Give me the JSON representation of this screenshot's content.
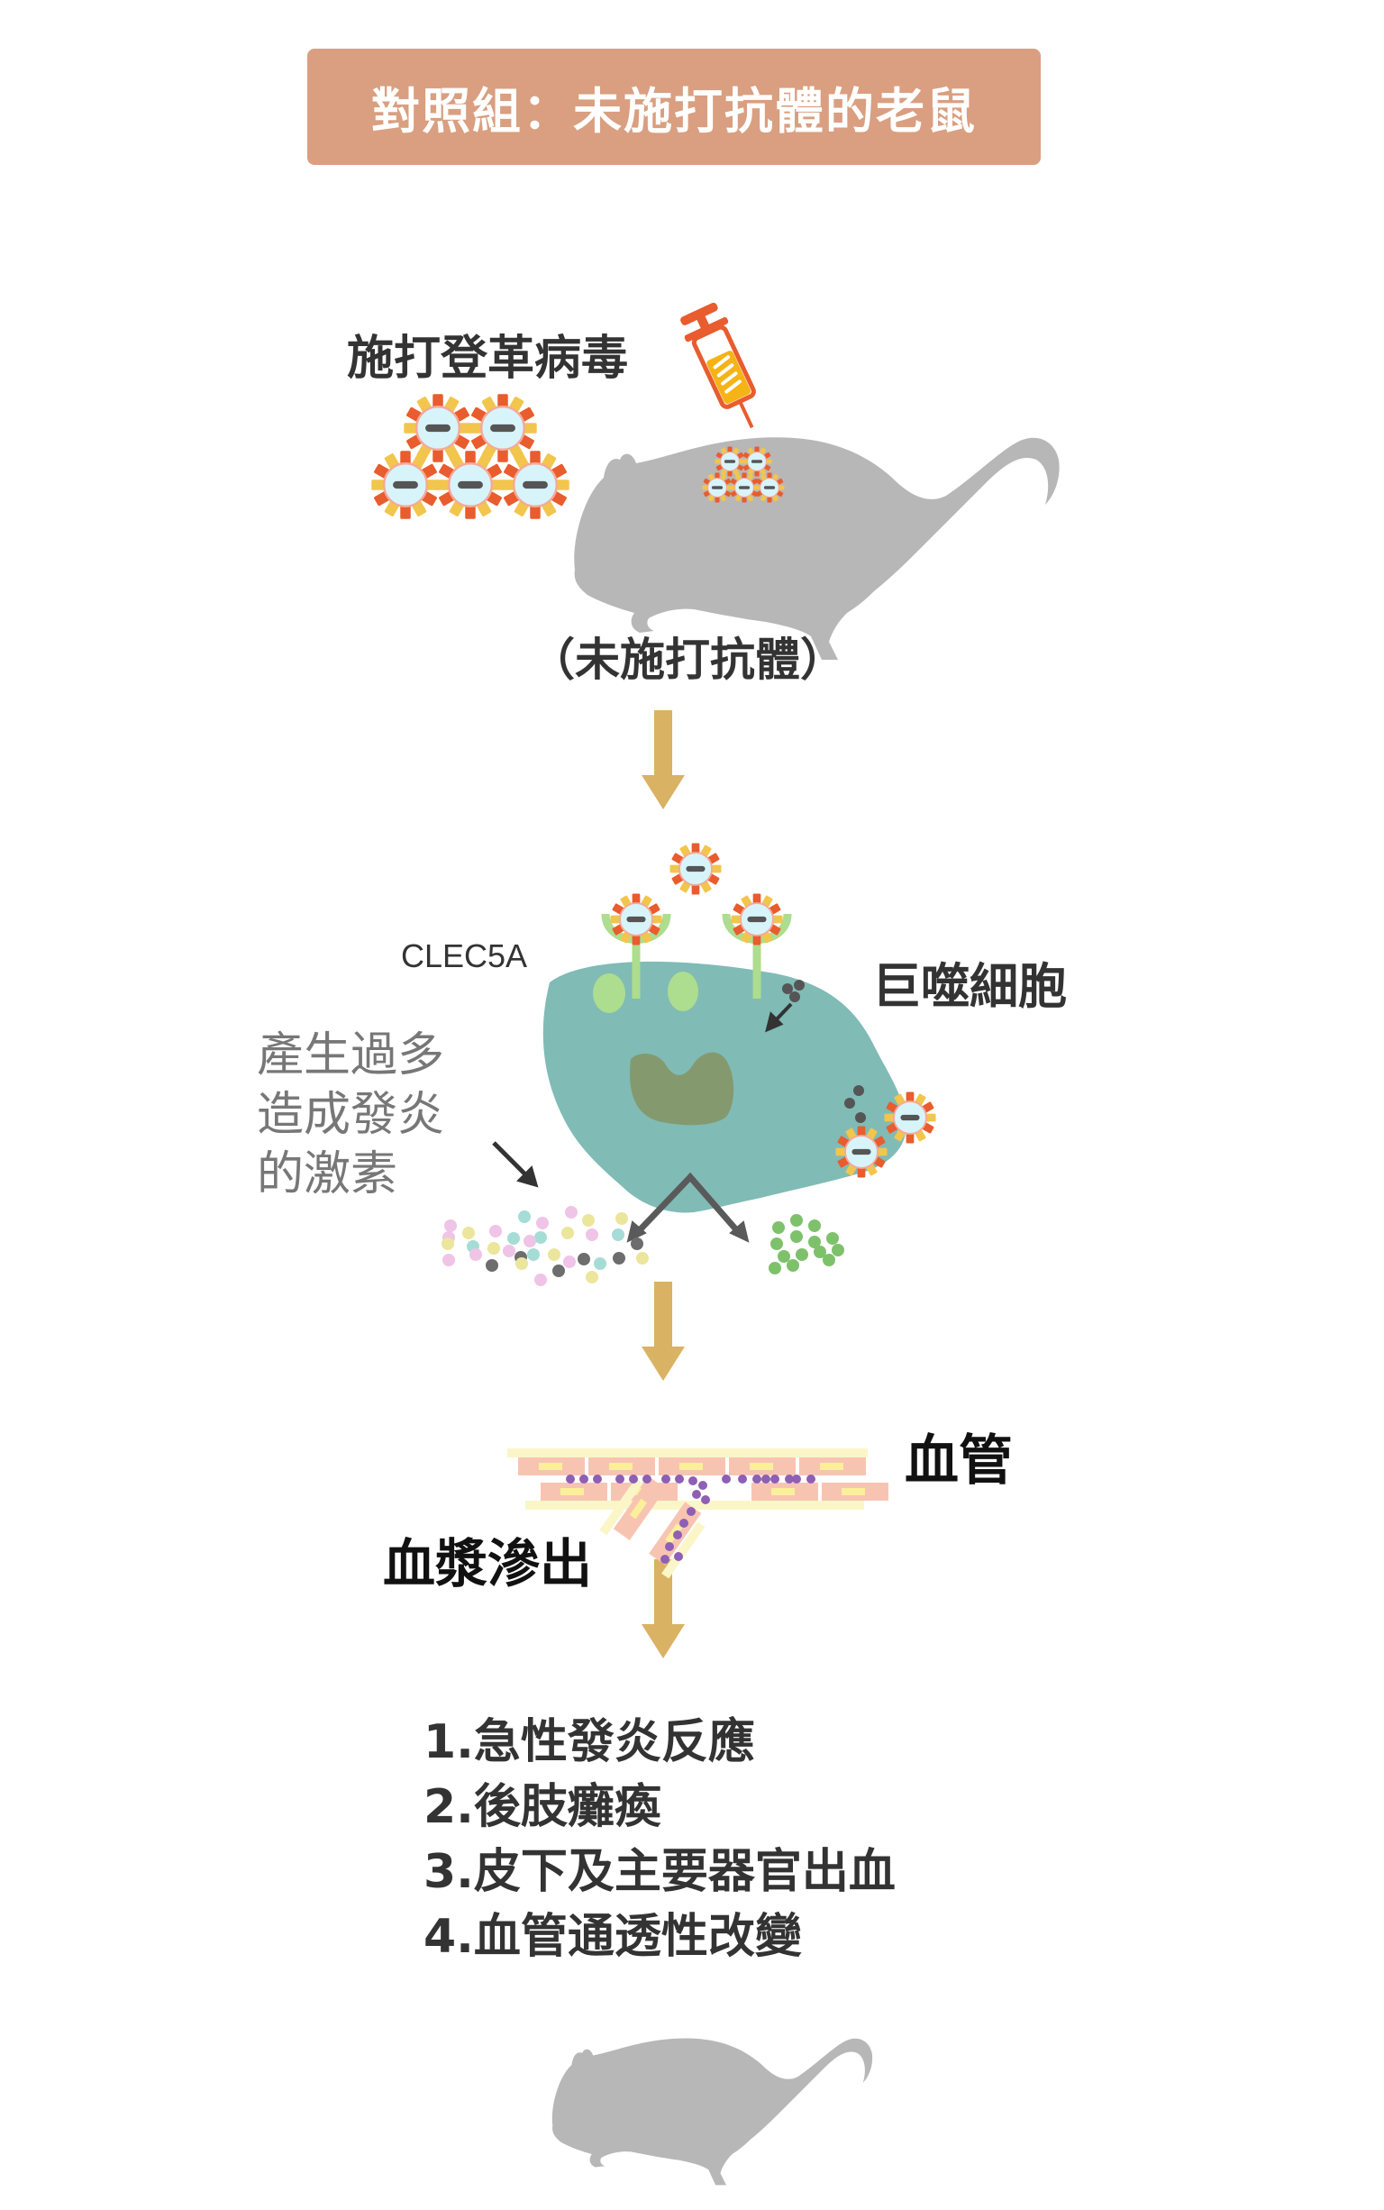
{
  "title": "對照組：未施打抗體的老鼠",
  "colors": {
    "title_bg": "#d99f80",
    "arrow": "#d9b263",
    "mouse": "#b7b7b7",
    "macrophage": "#80bbb6",
    "nucleus": "#849a6e",
    "receptor": "#addd8e",
    "virus_core": "#d8f4fb",
    "virus_spike_red": "#e85c2e",
    "virus_spike_yellow": "#f2c54c",
    "virus_bar": "#555555",
    "syringe_orange": "#e85c2e",
    "syringe_fill": "#f5b315",
    "dot_purple": "#8e5fb4"
  },
  "step1": {
    "label": "施打登革病毒",
    "mouse_caption": "（未施打抗體）"
  },
  "step2": {
    "receptor_label": "CLEC5A",
    "cell_label": "巨噬細胞",
    "side_text": [
      "產生過多",
      "造成發炎",
      "的激素"
    ]
  },
  "step3": {
    "vessel_label": "血管",
    "leak_label": "血漿滲出"
  },
  "outcomes": [
    "1.急性發炎反應",
    "2.後肢癱瘓",
    "3.皮下及主要器官出血",
    "4.血管通透性改變"
  ],
  "icons": {
    "syringe": "syringe-icon",
    "virus": "dengue-virus-icon",
    "mouse": "mouse-silhouette-icon",
    "arrow": "arrow-down-icon"
  }
}
